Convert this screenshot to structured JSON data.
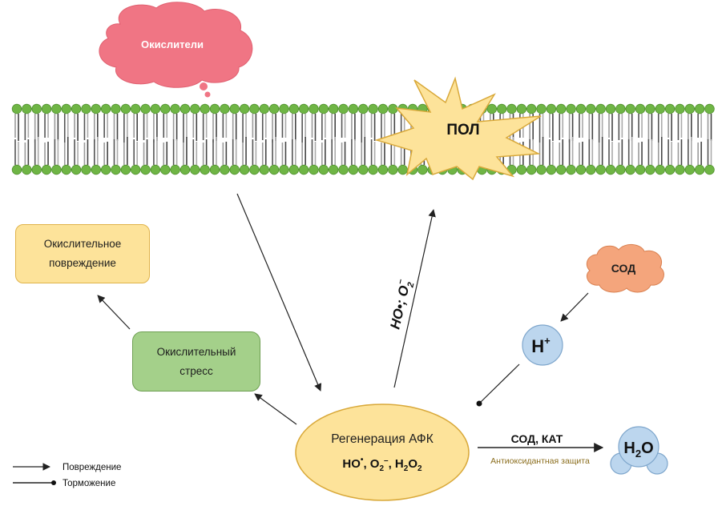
{
  "colors": {
    "oxidants_cloud": "#f07584",
    "lipid_head": "#6fb545",
    "lipid_head_stroke": "#4f8f2d",
    "pol_star": "#fde39a",
    "pol_star_stroke": "#d9a93a",
    "damage_box": "#fde39a",
    "stress_box": "#a4d08a",
    "ros_ellipse": "#fde39a",
    "sod_cloud": "#f4a57c",
    "molecule_blue": "#bcd6ee",
    "antioxidant_text": "#8a6d1c",
    "arrow": "#222222"
  },
  "nodes": {
    "oxidants": {
      "label": "Окислители"
    },
    "pol": {
      "label": "ПОЛ"
    },
    "oxidative_damage": {
      "line1": "Окислительное",
      "line2": "повреждение"
    },
    "oxidative_stress": {
      "line1": "Окислительный",
      "line2": "стресс"
    },
    "ros_regeneration": {
      "title": "Регенерация АФК",
      "formula": {
        "ho": "HO",
        "ho_dot": "•",
        "o": "O",
        "o_sub": "2",
        "o_sup": "–",
        "h": "H",
        "h_sub": "2",
        "o2": "O",
        "o2_sub": "2",
        "sep": ", "
      }
    },
    "sod": {
      "label": "СОД"
    },
    "h_plus": {
      "label": "H",
      "sup": "+"
    },
    "water": {
      "h": "H",
      "sub": "2",
      "o": "O"
    }
  },
  "edges": {
    "ros_to_membrane": {
      "label": "HO•; O",
      "label_sub": "2",
      "label_sup": "–",
      "type": "damage"
    },
    "membrane_to_ros": {
      "type": "damage"
    },
    "ros_to_stress": {
      "type": "damage"
    },
    "stress_to_damage": {
      "type": "damage"
    },
    "sod_to_hplus": {
      "type": "damage"
    },
    "hplus_to_ros": {
      "type": "inhibition"
    },
    "ros_to_water": {
      "label": "СОД, КАТ",
      "sublabel": "Антиоксидантная защита",
      "type": "damage"
    }
  },
  "legend": {
    "items": [
      {
        "type": "arrow",
        "label": "Повреждение"
      },
      {
        "type": "dot",
        "label": "Торможение"
      }
    ]
  }
}
